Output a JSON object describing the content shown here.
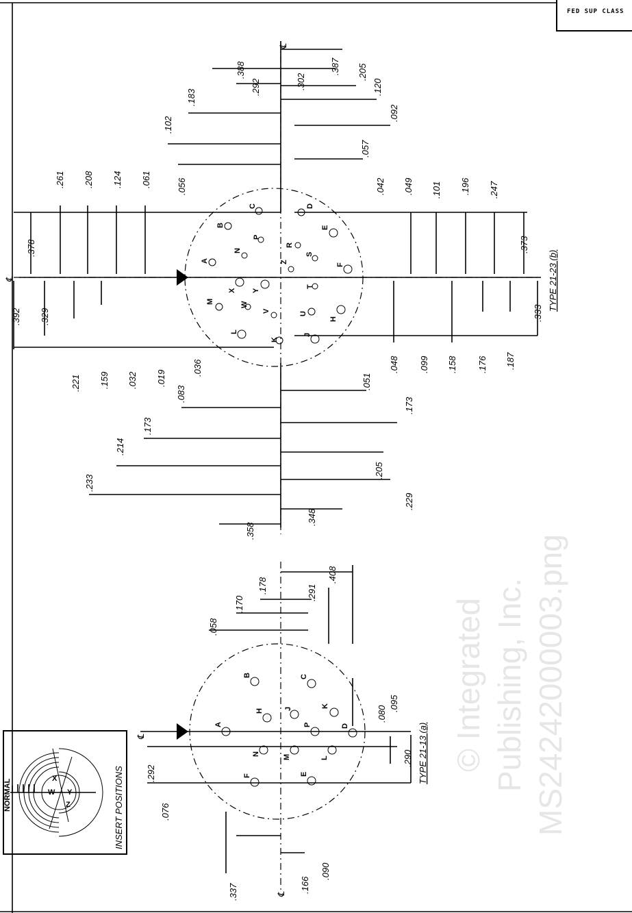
{
  "header": {
    "classification": "FED  SUP CLASS"
  },
  "watermark": {
    "line1": "© Integrated",
    "line2": "Publishing, Inc.",
    "line3": "MS24242000003.png"
  },
  "centerline_symbol": "℄",
  "type_b": {
    "title": "TYPE 21-23 (b)",
    "dims": [
      ".261",
      ".208",
      ".124",
      ".061",
      ".056",
      ".102",
      ".183",
      ".388",
      ".292",
      ".302",
      ".387",
      ".205",
      ".120",
      ".092",
      ".057",
      ".042",
      ".049",
      ".101",
      ".196",
      ".247",
      ".378",
      ".392",
      ".329",
      ".373",
      ".333",
      ".221",
      ".159",
      ".032",
      ".019",
      ".083",
      ".036",
      ".051",
      ".048",
      ".099",
      ".158",
      ".176",
      ".187",
      ".173",
      ".173",
      ".214",
      ".205",
      ".233",
      ".229",
      ".358",
      ".348"
    ],
    "contacts": [
      "A",
      "B",
      "C",
      "D",
      "E",
      "F",
      "H",
      "J",
      "K",
      "L",
      "M",
      "N",
      "P",
      "R",
      "S",
      "T",
      "U",
      "V",
      "W",
      "X",
      "Y",
      "Z"
    ]
  },
  "type_a": {
    "title": "TYPE 21-13 (a)",
    "dims": [
      ".058",
      ".170",
      ".178",
      ".291",
      ".408",
      ".080",
      ".095",
      ".290",
      ".292",
      ".076",
      ".337",
      ".166",
      ".090"
    ],
    "contacts": [
      "A",
      "B",
      "C",
      "D",
      "E",
      "F",
      "H",
      "J",
      "K",
      "L",
      "M",
      "N",
      "P"
    ]
  },
  "insert_positions": {
    "title": "INSERT POSITIONS",
    "normal_label": "NORMAL",
    "letters": [
      "W",
      "X",
      "Y",
      "Z"
    ]
  }
}
